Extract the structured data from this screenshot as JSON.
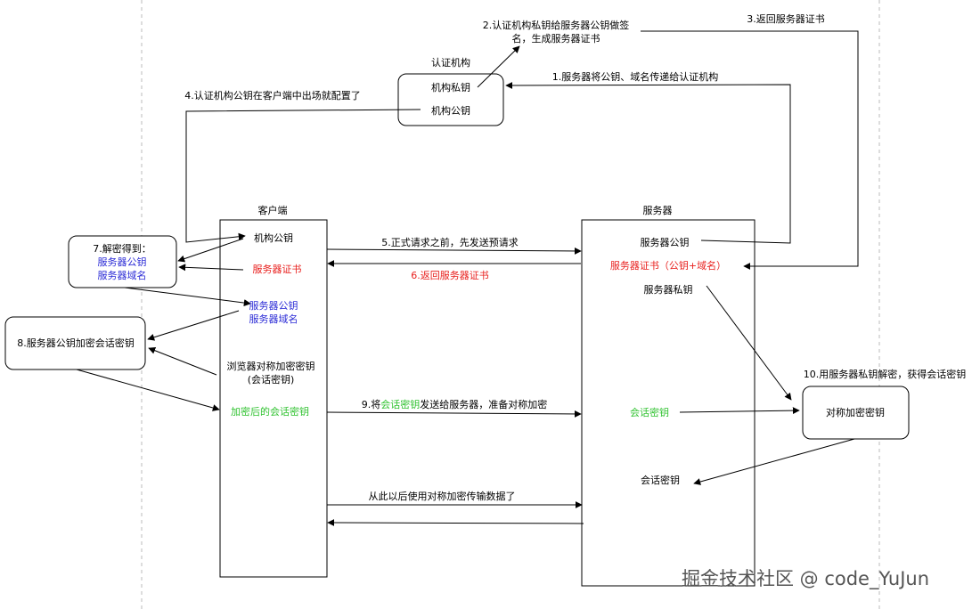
{
  "labels": {
    "step2_line1": "2.认证机构私钥给服务器公钥做签",
    "step2_line2": "名，生成服务器证书",
    "step3": "3.返回服务器证书",
    "ca_title": "认证机构",
    "ca_private_key": "机构私钥",
    "ca_public_key": "机构公钥",
    "step1": "1.服务器将公钥、域名传递给认证机构",
    "step4": "4.认证机构公钥在客户端中出场就配置了",
    "client_title": "客户端",
    "server_title": "服务器",
    "client_ca_public_key": "机构公钥",
    "client_server_cert": "服务器证书",
    "client_decrypted_pubkey": "服务器公钥",
    "client_decrypted_domain": "服务器域名",
    "client_symkey_line1": "浏览器对称加密密钥",
    "client_symkey_line2": "(会话密钥)",
    "client_encrypted_session_key": "加密后的会话密钥",
    "step5": "5.正式请求之前，先发送预请求",
    "step6": "6.返回服务器证书",
    "step7_title": "7.解密得到：",
    "step7_pubkey": "服务器公钥",
    "step7_domain": "服务器域名",
    "step8": "8.服务器公钥加密会话密钥",
    "step9_prefix": "9.将",
    "step9_highlight": "会话密钥",
    "step9_suffix": "发送给服务器，准备对称加密",
    "step10": "10.用服务器私钥解密，获得会话密钥",
    "server_public_key": "服务器公钥",
    "server_cert_full": "服务器证书（公钥+域名）",
    "server_private_key": "服务器私钥",
    "server_session_key": "会话密钥",
    "sym_box": "对称加密密钥",
    "server_session_key2": "会话密钥",
    "symmetric_note": "从此以后使用对称加密传输数据了",
    "watermark": "掘金技术社区 @ code_YuJun"
  },
  "colors": {
    "red": "#e8201e",
    "blue": "#2b2bd6",
    "green": "#2fc22f",
    "line": "#000000",
    "guide": "#bbbbbb"
  }
}
